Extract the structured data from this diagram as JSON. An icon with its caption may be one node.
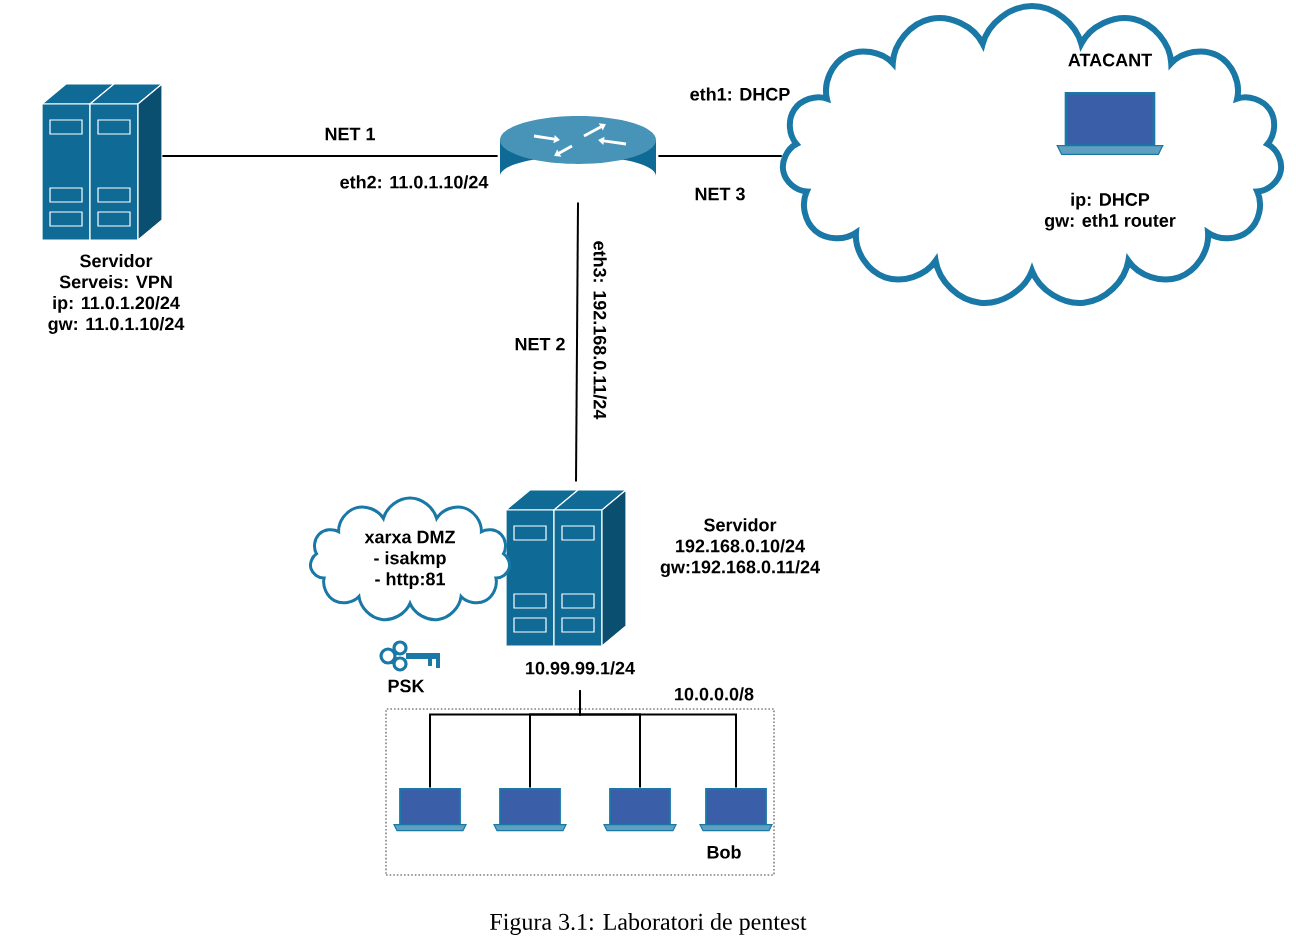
{
  "diagram": {
    "caption": "Figura 3.1: Laboratori de pentest",
    "nodes": [
      {
        "text": [
          "Servidor",
          "Serveis: VPN",
          "ip: 11.0.1.20/24",
          "gw: 11.0.1.10/24"
        ]
      },
      {
        "text": [],
        "shape": "router",
        "beside": [
          "eth2: 11.0.1.10/24",
          "eth3: 192.168.0.11/24"
        ]
      },
      {
        "text": [
          "ATACANT",
          "ip: DHCP",
          "gw: eth1 router"
        ]
      },
      {
        "text": [
          "Servidor",
          "192.168.0.10/24",
          "gw:192.168.0.11/24"
        ],
        "beside": [
          "10.99.99.1/24"
        ]
      },
      {
        "text": [
          "xarxa DMZ",
          "- isakmp",
          "- http:81"
        ]
      },
      {
        "text": [],
        "shape": "box",
        "beside": [
          "10.0.0.0/8"
        ]
      },
      {
        "text": [],
        "shape": "laptop",
        "in": 5
      },
      {
        "text": [],
        "shape": "laptop",
        "in": 5
      },
      {
        "text": [],
        "shape": "laptop",
        "in": 5
      },
      {
        "text": [],
        "shape": "laptop",
        "in": 5,
        "beside": [
          "Bob"
        ]
      }
    ],
    "edges": [
      {
        "from": 0,
        "to": 1,
        "arrow": "none",
        "label": "NET 1"
      },
      {
        "from": 1,
        "to": 2,
        "arrow": "none",
        "label": "NET 3"
      },
      {
        "from": 1,
        "to": 3,
        "arrow": "none",
        "label": "NET 2"
      },
      {
        "from": 3,
        "to": 6,
        "arrow": "none"
      },
      {
        "from": 3,
        "to": 7,
        "arrow": "none"
      },
      {
        "from": 3,
        "to": 8,
        "arrow": "none"
      },
      {
        "from": 3,
        "to": 9,
        "arrow": "none"
      }
    ],
    "labels": [
      "eth1: DHCP",
      "PSK"
    ]
  }
}
